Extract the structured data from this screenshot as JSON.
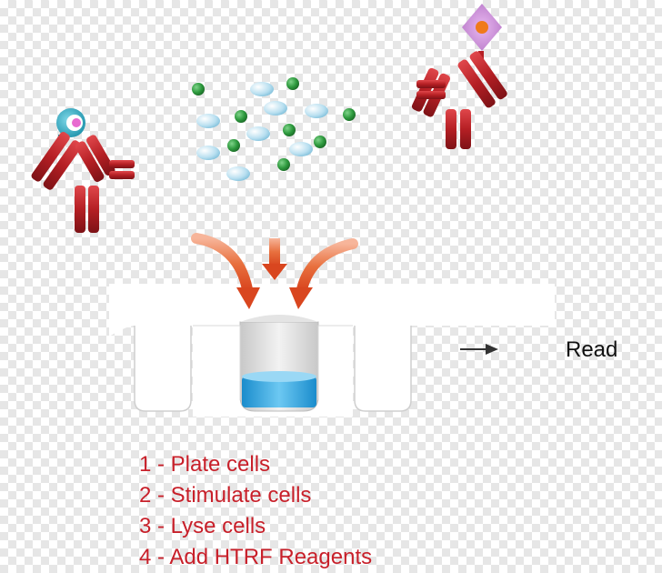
{
  "read_label": "Read",
  "steps": [
    "1 - Plate cells",
    "2 - Stimulate cells",
    "3 - Lyse cells",
    "4 - Add HTRF Reagents"
  ],
  "colors": {
    "antibody": "#b51f24",
    "antibody_highlight": "#e0474b",
    "donor_label": "#1aa0b8",
    "acceptor_label": "#c88ad6",
    "green_cell": "#2e9a3e",
    "blue_cell": "#b8dff0",
    "arrow": "#e0502a",
    "well_liquid": "#3fb1e6",
    "text_steps": "#c8202a"
  },
  "icons": {
    "left_antibody": "antibody-with-donor-icon",
    "right_antibody": "antibody-with-acceptor-icon",
    "well": "microplate-well-icon",
    "read_arrow": "arrow-right-icon"
  }
}
